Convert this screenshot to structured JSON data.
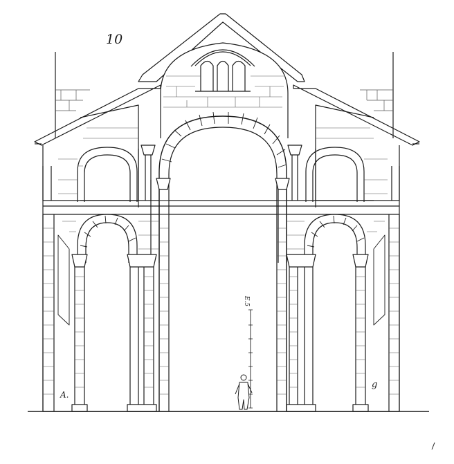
{
  "figure": {
    "number": "10",
    "label_a": "A.",
    "scale_label": "E.5",
    "signature": "g"
  },
  "colors": {
    "ink": "#1a1a1a",
    "paper": "#ffffff",
    "masonry": "#555555"
  }
}
